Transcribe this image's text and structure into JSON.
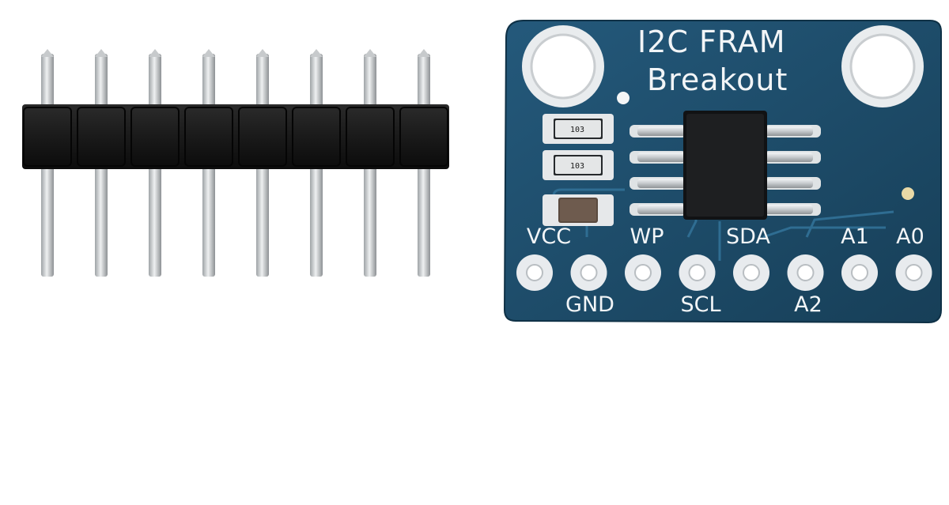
{
  "board": {
    "title_line1": "I2C FRAM",
    "title_line2": "Breakout",
    "resistor_code": "103",
    "pins_top": [
      "VCC",
      "WP",
      "SDA",
      "A1",
      "A0"
    ],
    "pins_bottom": [
      "GND",
      "SCL",
      "A2"
    ]
  },
  "header": {
    "pin_count": 8
  },
  "colors": {
    "pcb": "#1d4f6e",
    "plastic": "#1b1b1b",
    "pin_metal": "#cfd2d4",
    "pad": "#e8ebee",
    "silkscreen": "#f2f5f7"
  }
}
